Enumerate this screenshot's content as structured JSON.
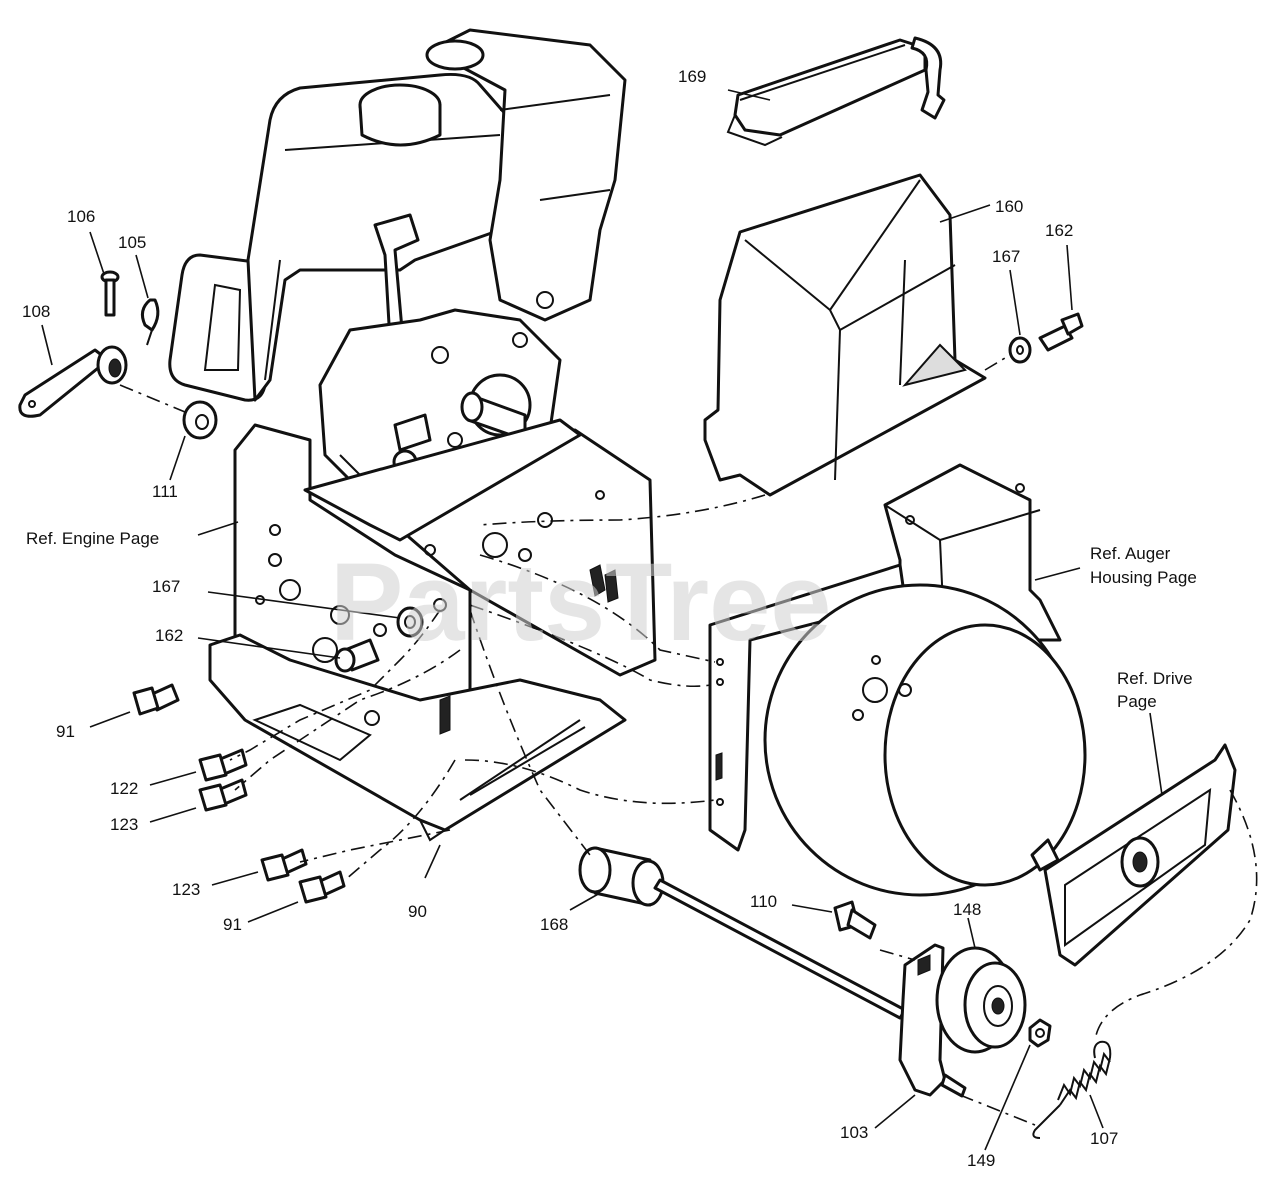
{
  "watermark": "PartsTree",
  "labels": {
    "p169": "169",
    "p160": "160",
    "p162a": "162",
    "p167a": "167",
    "p106": "106",
    "p105": "105",
    "p108": "108",
    "p111": "111",
    "ref_engine": "Ref. Engine Page",
    "p167b": "167",
    "p162b": "162",
    "p91a": "91",
    "p122": "122",
    "p123a": "123",
    "p123b": "123",
    "p91b": "91",
    "p90": "90",
    "p168": "168",
    "p110": "110",
    "p148": "148",
    "p103": "103",
    "p149": "149",
    "p107": "107",
    "ref_auger_1": "Ref. Auger",
    "ref_auger_2": "Housing Page",
    "ref_drive_1": "Ref. Drive",
    "ref_drive_2": "Page"
  },
  "colors": {
    "ink": "#111111",
    "watermark": "#cfcfcf",
    "background": "#ffffff"
  }
}
